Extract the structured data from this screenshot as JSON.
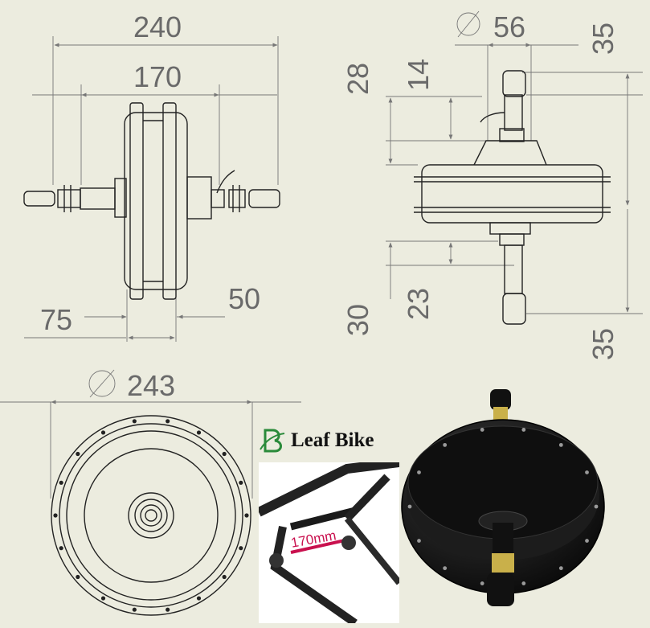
{
  "side_view": {
    "overall_width": "240",
    "dropout_width": "170",
    "left_offset": "75",
    "right_offset": "50"
  },
  "front_view": {
    "axle_diameter": "56",
    "top_total": "35",
    "top_upper": "28",
    "top_lower": "14",
    "bottom_upper": "30",
    "bottom_lower": "23",
    "bottom_total": "35"
  },
  "face_view": {
    "diameter_symbol": "⌀",
    "diameter": "243"
  },
  "brand": {
    "name": "Leaf Bike",
    "logo_letter": "B"
  },
  "frame_photo": {
    "label": "170mm"
  },
  "colors": {
    "background": "#ececdf",
    "line": "#222222",
    "dimension_text": "#6a6a6a",
    "label_red": "#c9104e",
    "motor_black": "#121212",
    "brass": "#c9b04a"
  }
}
